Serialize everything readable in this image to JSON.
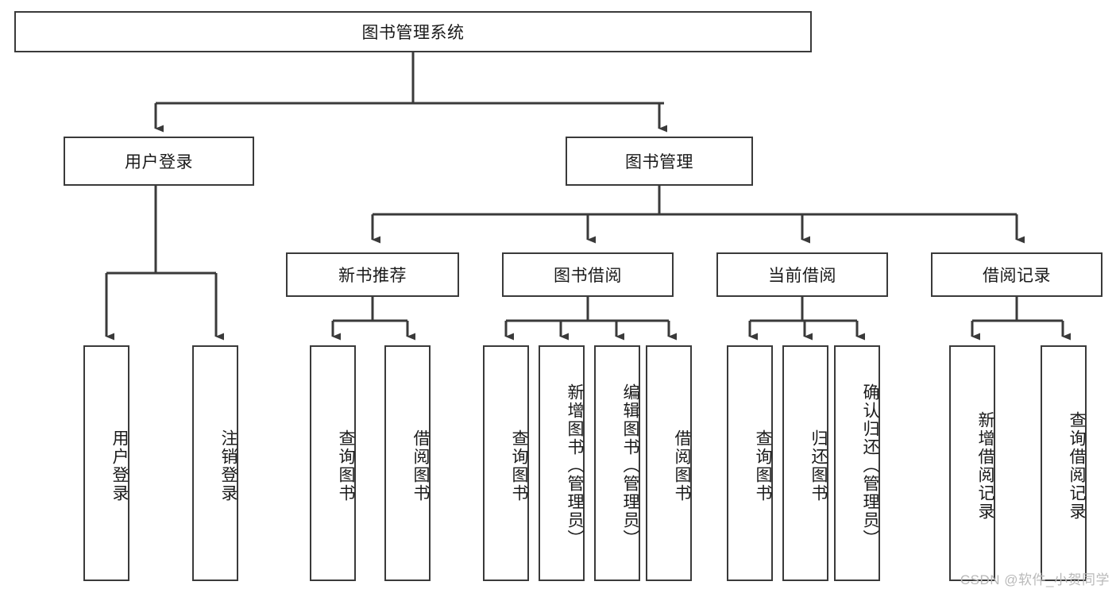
{
  "diagram": {
    "type": "tree-hierarchy",
    "title": "图书管理系统",
    "root": {
      "label": "图书管理系统"
    },
    "level1": [
      {
        "label": "用户登录"
      },
      {
        "label": "图书管理"
      }
    ],
    "level2": [
      {
        "label": "新书推荐"
      },
      {
        "label": "图书借阅"
      },
      {
        "label": "当前借阅"
      },
      {
        "label": "借阅记录"
      }
    ],
    "leaves": {
      "user_login": [
        {
          "label": "用户登录"
        },
        {
          "label": "注销登录"
        }
      ],
      "new_book_recommend": [
        {
          "label": "查询图书"
        },
        {
          "label": "借阅图书"
        }
      ],
      "book_borrow": [
        {
          "label": "查询图书"
        },
        {
          "label": "新增图书（管理员）"
        },
        {
          "label": "编辑图书（管理员）"
        },
        {
          "label": "借阅图书"
        }
      ],
      "current_borrow": [
        {
          "label": "查询图书"
        },
        {
          "label": "归还图书"
        },
        {
          "label": "确认归还（管理员）"
        }
      ],
      "borrow_record": [
        {
          "label": "新增借阅记录"
        },
        {
          "label": "查询借阅记录"
        }
      ]
    },
    "colors": {
      "stroke": "#3a3a3a",
      "fill": "#ffffff",
      "text": "#1a1a1a",
      "watermark": "#b9b9b9"
    }
  },
  "watermark": {
    "text": "CSDN @软件_小贺同学"
  }
}
